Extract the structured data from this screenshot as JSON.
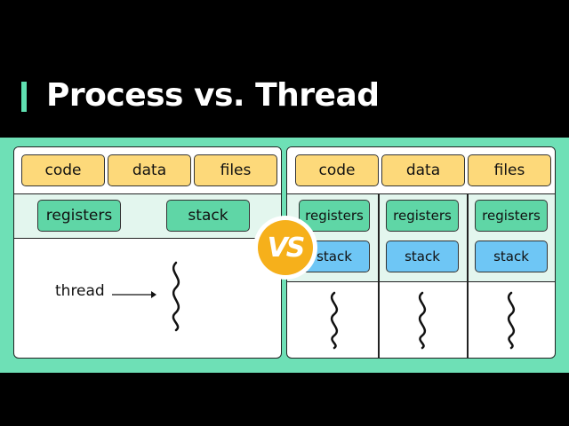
{
  "header": {
    "title": "Process vs. Thread"
  },
  "process": {
    "shared": [
      "code",
      "data",
      "files"
    ],
    "registers_label": "registers",
    "stack_label": "stack",
    "thread_label": "thread"
  },
  "threads": {
    "shared": [
      "code",
      "data",
      "files"
    ],
    "columns": [
      {
        "registers": "registers",
        "stack": "stack"
      },
      {
        "registers": "registers",
        "stack": "stack"
      },
      {
        "registers": "registers",
        "stack": "stack"
      }
    ]
  },
  "badge": {
    "text": "VS"
  },
  "colors": {
    "accent_green": "#6ee0b6",
    "yellow_box": "#fdd97a",
    "green_box": "#5fd6a6",
    "blue_box": "#6ec6f5",
    "badge": "#f6b01b"
  }
}
